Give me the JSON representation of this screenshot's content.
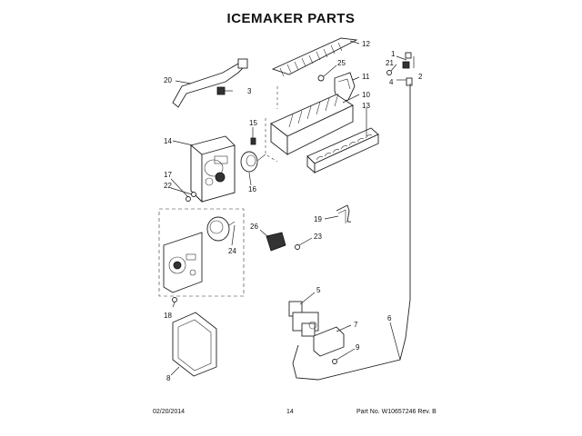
{
  "title": "ICEMAKER PARTS",
  "footer": {
    "date": "02/20/2014",
    "page": "14",
    "part_no": "Part No. W10657246  Rev. B"
  },
  "callouts": {
    "c1": "1",
    "c2": "2",
    "c3": "3",
    "c4": "4",
    "c5": "5",
    "c6": "6",
    "c7": "7",
    "c8": "8",
    "c9": "9",
    "c10": "10",
    "c11": "11",
    "c12": "12",
    "c13": "13",
    "c14": "14",
    "c15": "15",
    "c16": "16",
    "c17": "17",
    "c18": "18",
    "c19": "19",
    "c20": "20",
    "c21": "21",
    "c22": "22",
    "c23": "23",
    "c24": "24",
    "c25": "25",
    "c26": "26"
  }
}
